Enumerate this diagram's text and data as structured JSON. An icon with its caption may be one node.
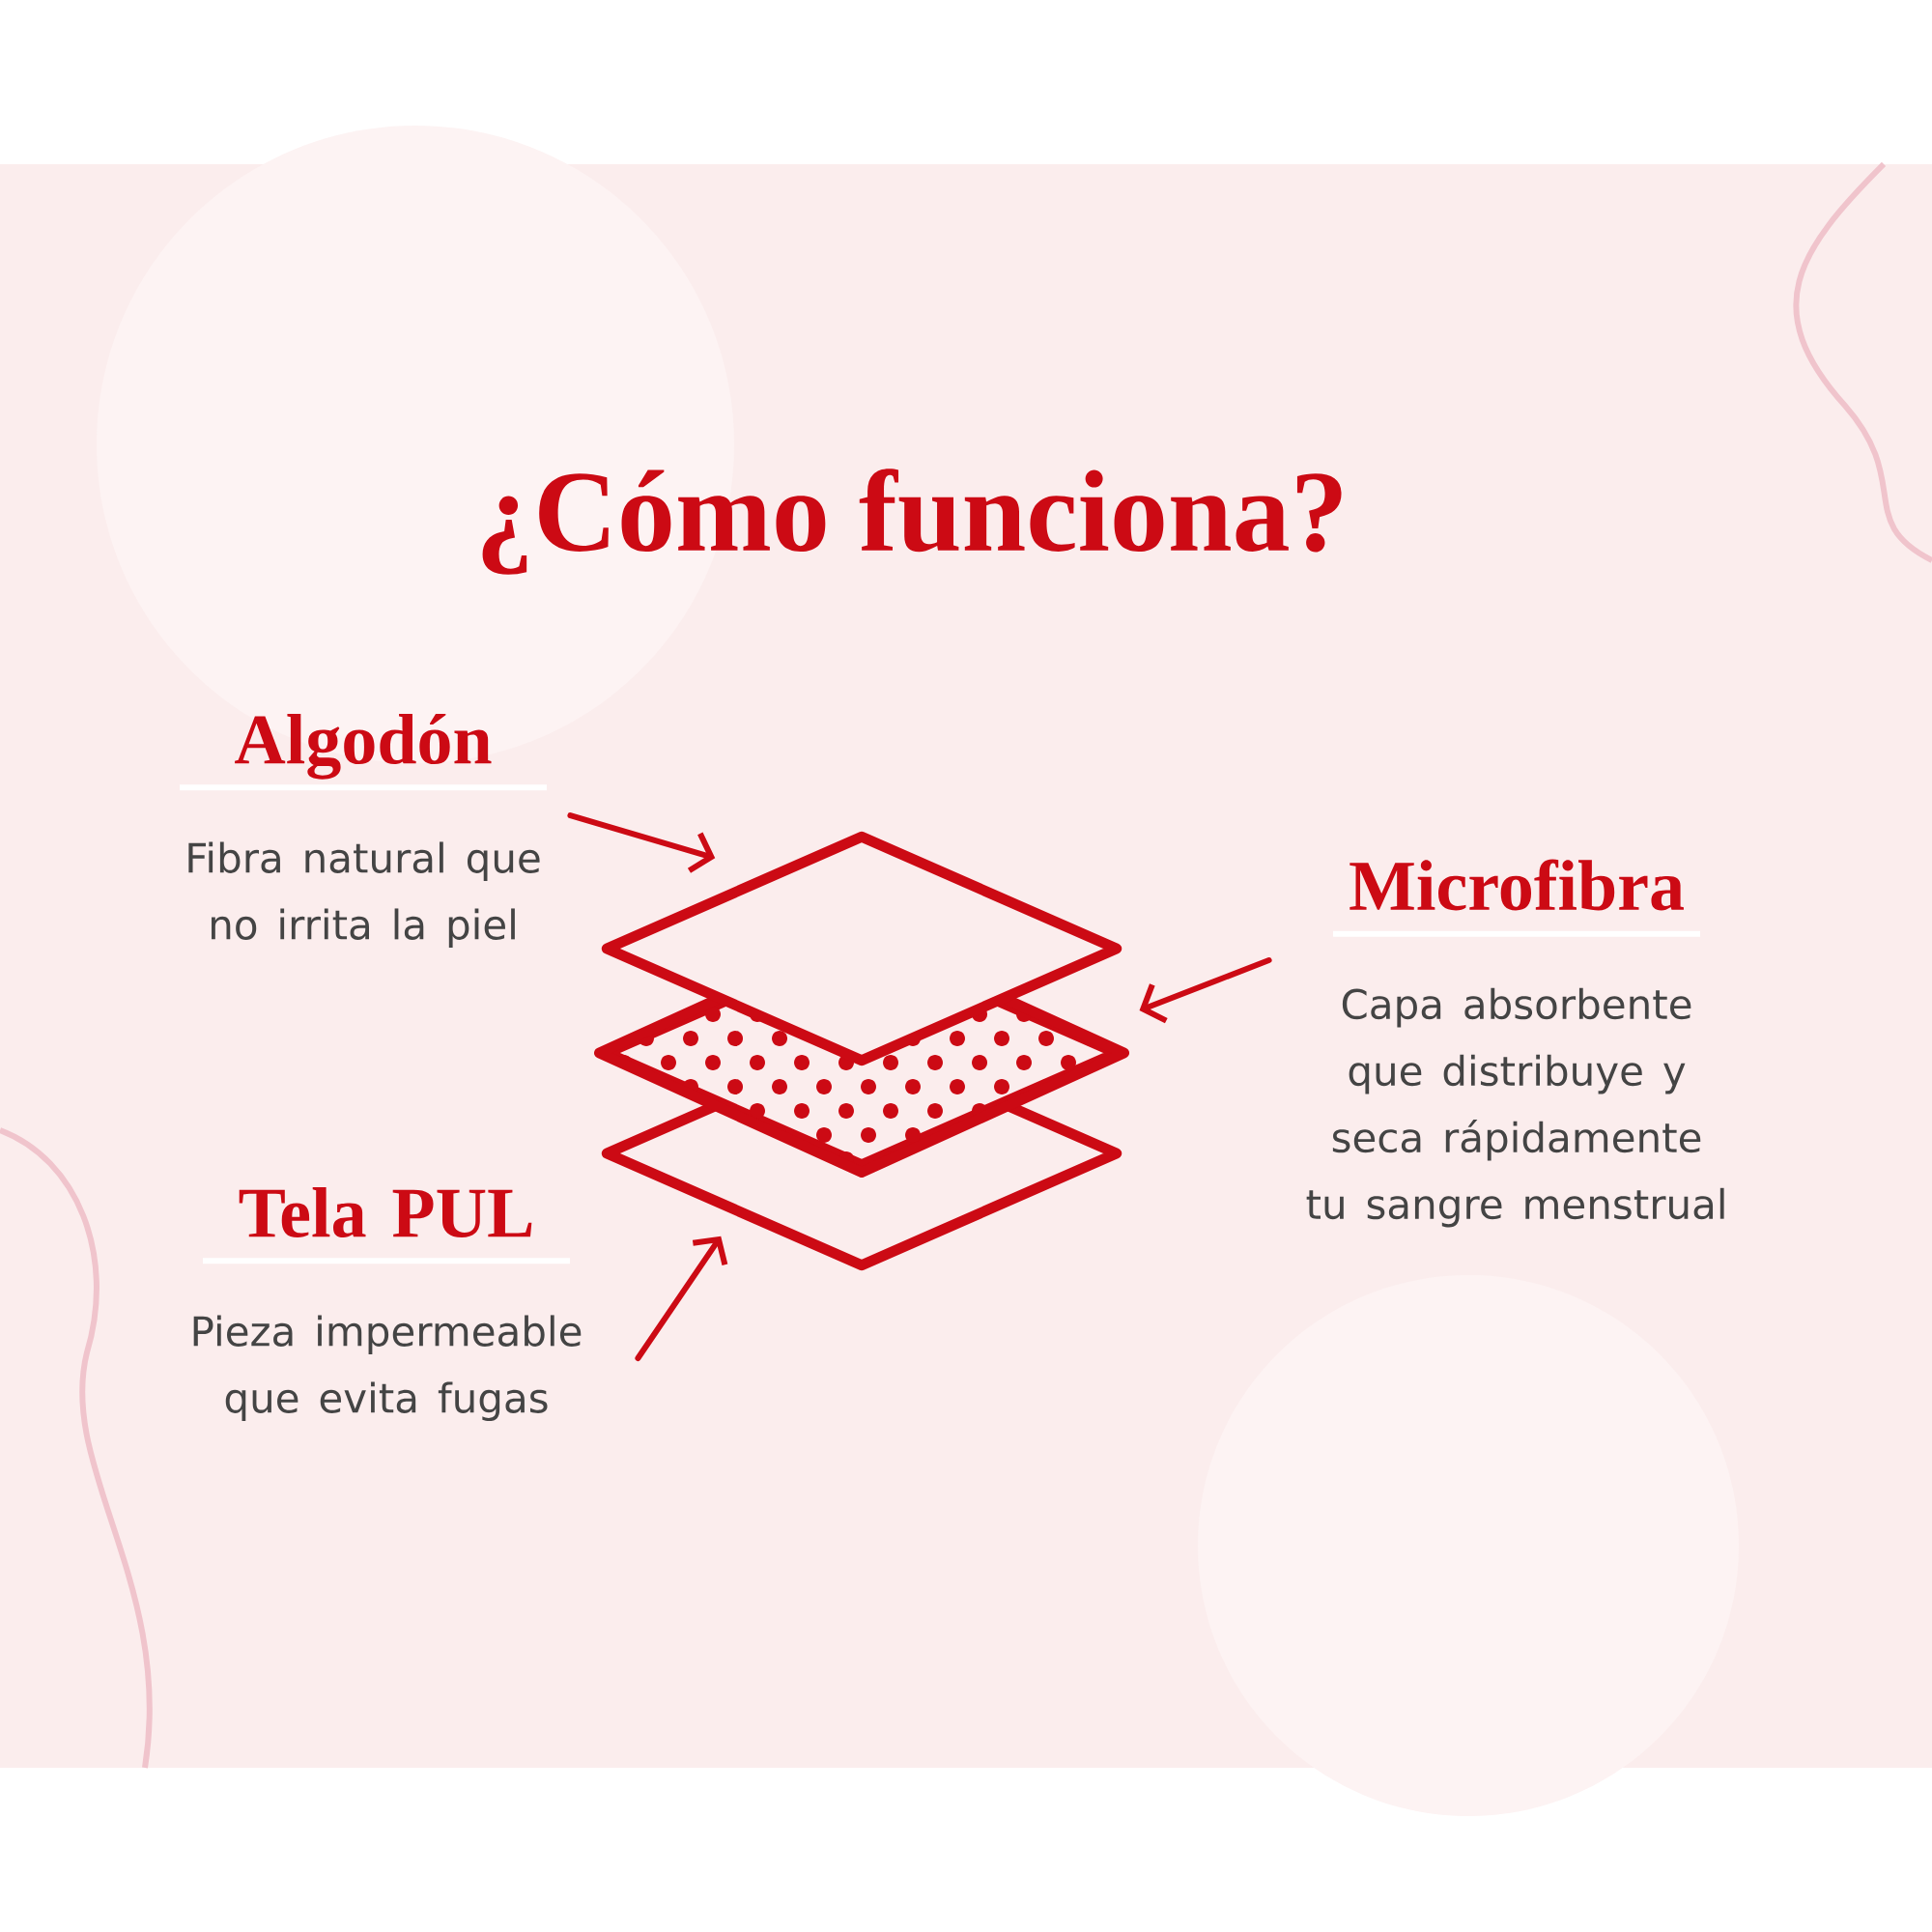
{
  "diagram": {
    "title": "¿Cómo funciona?",
    "nodes": [
      {
        "text": [
          "Algodón",
          "Fibra natural que no irrita la piel"
        ]
      },
      {
        "text": [],
        "shape": "diamond"
      },
      {
        "text": [],
        "shape": "diamond"
      },
      {
        "text": [],
        "shape": "diamond"
      },
      {
        "text": [
          "Microfibra",
          "Capa absorbente que distribuye y seca rápidamente tu sangre menstrual"
        ]
      },
      {
        "text": [
          "Tela PUL",
          "Pieza impermeable que evita fugas"
        ]
      }
    ],
    "edges": [
      {
        "from": 0,
        "to": 1,
        "arrow": "to"
      },
      {
        "from": 4,
        "to": 2,
        "arrow": "to"
      },
      {
        "from": 5,
        "to": 3,
        "arrow": "to"
      }
    ]
  }
}
